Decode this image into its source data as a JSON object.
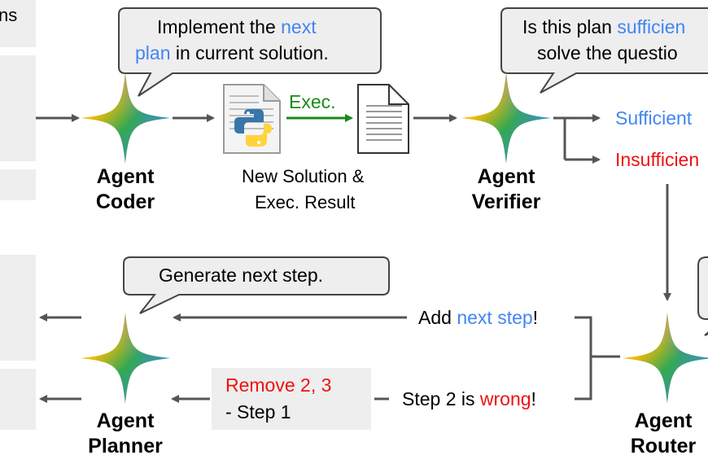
{
  "left_panel": {
    "partial_text": "ns"
  },
  "bubbles": {
    "coder": {
      "pre": "Implement the ",
      "hl1": "next",
      "line2_hl": "plan",
      "line2_post": " in current solution."
    },
    "verifier": {
      "pre": "Is this plan ",
      "hl": "sufficien",
      "line2": "solve the questio"
    },
    "planner": {
      "text": "Generate next step."
    }
  },
  "exec_label": "Exec.",
  "new_solution": {
    "line1": "New Solution &",
    "line2": "Exec. Result"
  },
  "verdicts": {
    "sufficient": "Sufficient",
    "insufficient": "Insufficien"
  },
  "agents": {
    "coder": {
      "l1": "Agent",
      "l2": "Coder"
    },
    "verifier": {
      "l1": "Agent",
      "l2": "Verifier"
    },
    "planner": {
      "l1": "Agent",
      "l2": "Planner"
    },
    "router": {
      "l1": "Agent",
      "l2": "Router"
    }
  },
  "router_msgs": {
    "add": {
      "pre": "Add ",
      "hl": "next step",
      "post": "!"
    },
    "wrong": {
      "pre": "Step 2 is ",
      "hl": "wrong",
      "post": "!"
    }
  },
  "remove_box": {
    "line1": "Remove 2, 3",
    "line2": "- Step 1"
  },
  "colors": {
    "blue": "#4285f4",
    "red": "#ee1111",
    "green": "#1a8a1a",
    "arrow": "#555555",
    "bubble": "#eeeeee"
  }
}
